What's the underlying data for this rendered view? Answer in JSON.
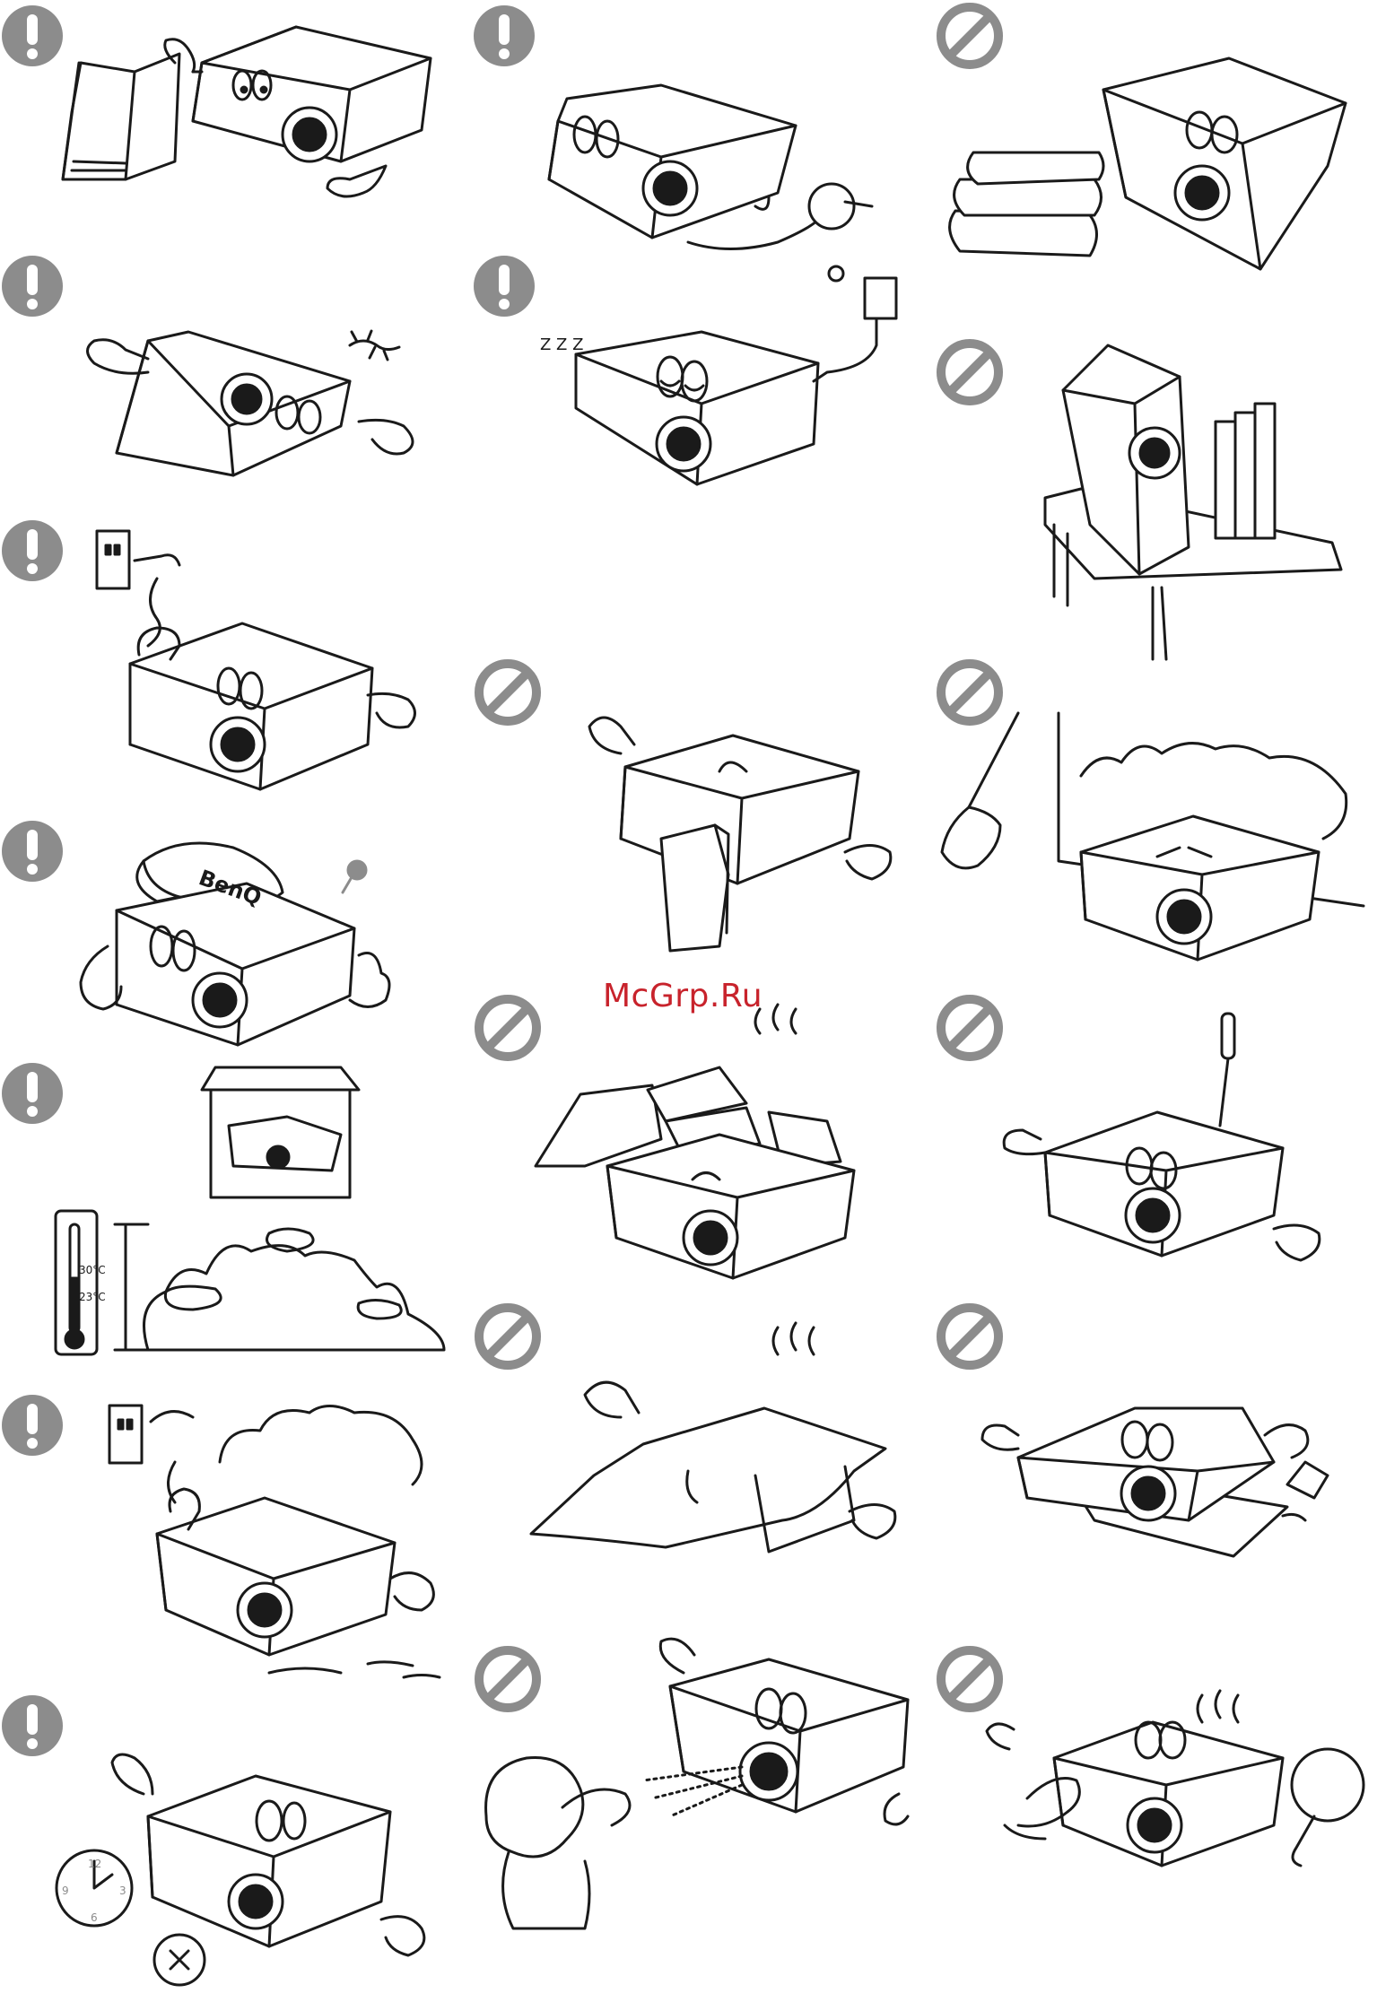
{
  "watermark": "McGrp.Ru",
  "cap_logo": "BenQ",
  "clock_numbers": {
    "n12": "12",
    "n3": "3",
    "n6": "6",
    "n9": "9"
  },
  "thermometer": {
    "high": "30°C",
    "low": "23°C"
  },
  "snore": "Z Z Z",
  "colors": {
    "warning_icon": "#8c8c8c",
    "prohibition_icon": "#8c8c8c",
    "line_art": "#1a1a1a",
    "watermark": "#c8232c"
  },
  "icons": {
    "warning": "exclamation-circle-icon",
    "prohibition": "prohibition-circle-icon"
  },
  "illustrations": {
    "left_column": [
      {
        "icon": "warning",
        "subject": "projector-reading-manual"
      },
      {
        "icon": "warning",
        "subject": "projector-tilted-with-lizard"
      },
      {
        "icon": "warning",
        "subject": "projector-unplug-cord"
      },
      {
        "icon": "warning",
        "subject": "projector-wearing-cap"
      },
      {
        "icon": "warning",
        "subject": "projector-altitude-temperature"
      },
      {
        "icon": "warning",
        "subject": "projector-unplug-steam"
      },
      {
        "icon": "warning",
        "subject": "projector-clock-lamp"
      }
    ],
    "middle_column": [
      {
        "icon": "warning",
        "subject": "projector-cord-hook"
      },
      {
        "icon": "warning",
        "subject": "projector-sleeping-adapter"
      },
      {
        "icon": "prohibition",
        "subject": "projector-block-lens"
      },
      {
        "icon": "prohibition",
        "subject": "projector-buried-books"
      },
      {
        "icon": "prohibition",
        "subject": "projector-covered-cloth"
      },
      {
        "icon": "prohibition",
        "subject": "projector-light-into-eyes"
      }
    ],
    "right_column": [
      {
        "icon": "prohibition",
        "subject": "projector-on-books"
      },
      {
        "icon": "prohibition",
        "subject": "projector-vertical-on-table"
      },
      {
        "icon": "prohibition",
        "subject": "projector-dust-broom"
      },
      {
        "icon": "prohibition",
        "subject": "projector-screwdriver"
      },
      {
        "icon": "prohibition",
        "subject": "projector-spilled-liquid"
      },
      {
        "icon": "prohibition",
        "subject": "projector-blocked-vent"
      }
    ]
  }
}
